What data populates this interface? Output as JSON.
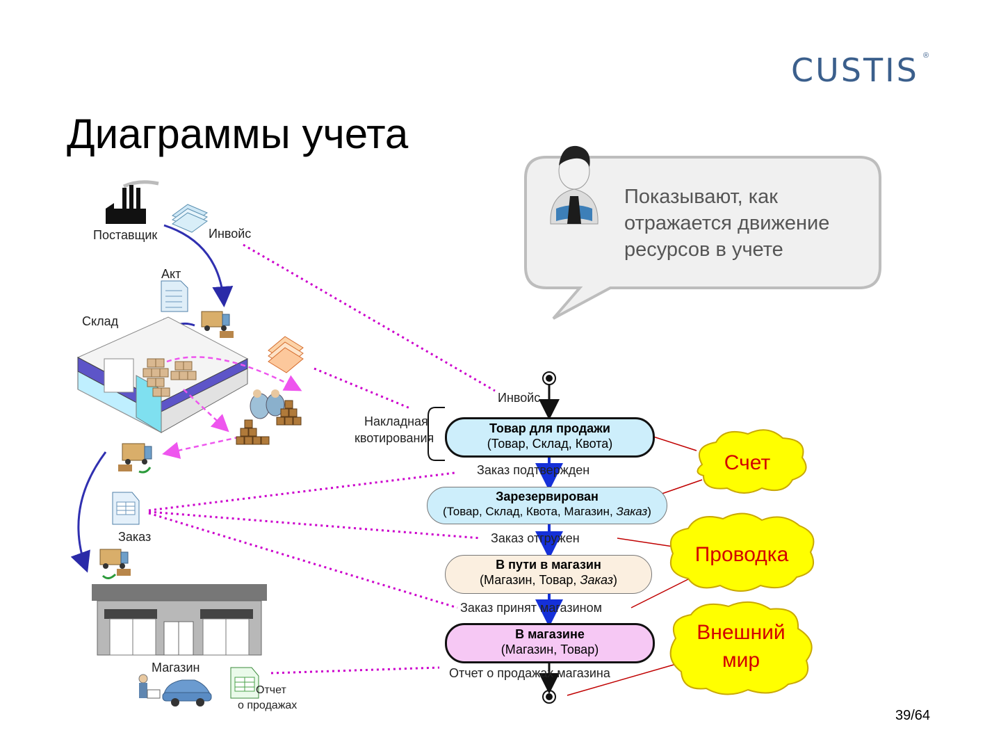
{
  "header": {
    "logo": "CUSTIS",
    "logo_mark": "®",
    "title": "Диаграммы учета",
    "page": "39/64"
  },
  "callout": {
    "text": "Показывают, как отражается движение ресурсов в учете"
  },
  "left_labels": {
    "supplier": "Поставщик",
    "invoice": "Инвойс",
    "act": "Акт",
    "warehouse": "Склад",
    "order": "Заказ",
    "store": "Магазин",
    "sales_report_1": "Отчет",
    "sales_report_2": "о продажах"
  },
  "flow": {
    "invoice_label": "Инвойс",
    "side_label_1": "Накладная",
    "side_label_2": "квотирования",
    "states": [
      {
        "title": "Товар для продажи",
        "detail": "(Товар, Склад, Квота)"
      },
      {
        "title": "Зарезервирован",
        "detail_main": "(Товар, Склад, Квота, Магазин, ",
        "detail_italic": "Заказ",
        "detail_end": ")"
      },
      {
        "title": "В пути в магазин",
        "detail_main": "(Магазин, Товар, ",
        "detail_italic": "Заказ",
        "detail_end": ")"
      },
      {
        "title": "В магазине",
        "detail": "(Магазин, Товар)"
      }
    ],
    "transitions": [
      "Заказ подтвержден",
      "Заказ отгружен",
      "Заказ принят магазином",
      "Отчет о продажах магазина"
    ]
  },
  "clouds": [
    {
      "line1": "Счет",
      "line2": ""
    },
    {
      "line1": "Проводка",
      "line2": ""
    },
    {
      "line1": "Внешний",
      "line2": "мир"
    }
  ],
  "colors": {
    "logo": "#3b5f8c",
    "state1_fill": "#cdeefb",
    "state2_fill": "#cdeefb",
    "state3_fill": "#fbefe0",
    "state4_fill": "#f6c8f4",
    "cloud_fill": "#ffff00",
    "cloud_text": "#d30000",
    "dotted_links": "#cc00cc",
    "flow_arrows": "#1530d8"
  }
}
